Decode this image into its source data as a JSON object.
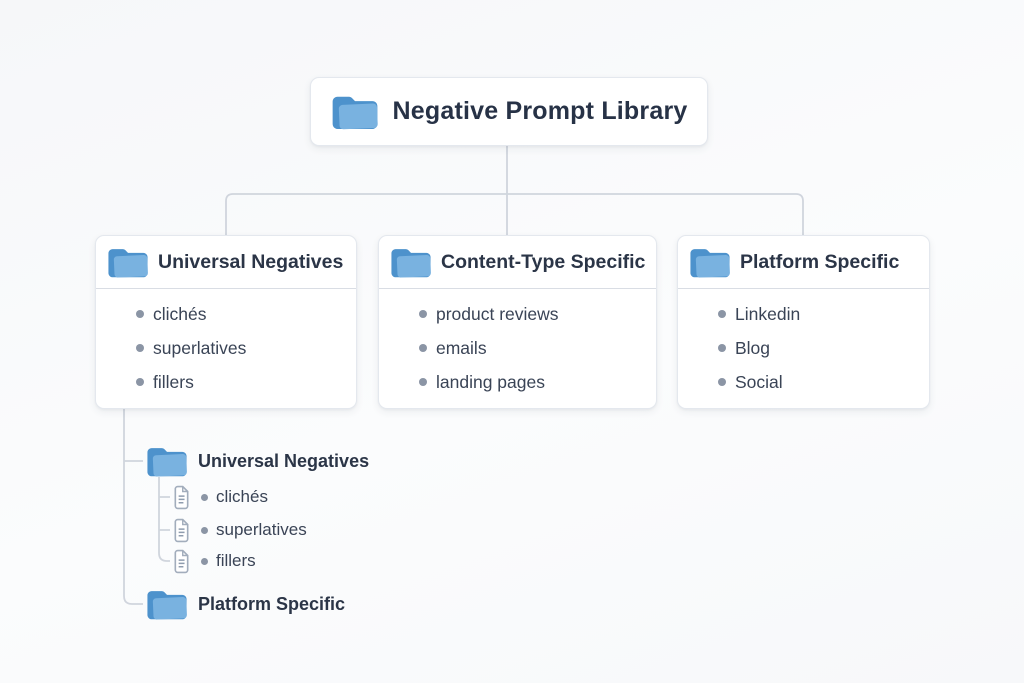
{
  "root": {
    "label": "Negative Prompt Library"
  },
  "categories": [
    {
      "label": "Universal Negatives",
      "items": [
        "clichés",
        "superlatives",
        "fillers"
      ]
    },
    {
      "label": "Content-Type Specific",
      "items": [
        "product reviews",
        "emails",
        "landing pages"
      ]
    },
    {
      "label": "Platform Specific",
      "items": [
        "Linkedin",
        "Blog",
        "Social"
      ]
    }
  ],
  "subtree": {
    "folders": [
      {
        "label": "Universal Negatives",
        "files": [
          "clichés",
          "superlatives",
          "fillers"
        ]
      },
      {
        "label": "Platform Specific",
        "files": []
      }
    ]
  },
  "icons": {
    "folder": "blue open folder",
    "file": "gray document with folded corner and text lines",
    "bullet": "gray dot"
  },
  "colors": {
    "folder_back": "#4d92cc",
    "folder_front": "#79b2e0",
    "connector_line": "#d0d5dd",
    "text_heading": "#2b3547",
    "text_item": "#3a4456",
    "bullet": "#8b95a5",
    "box_background": "#ffffff",
    "box_border": "#e4e8ee",
    "page_background": "#f7f8fa"
  }
}
